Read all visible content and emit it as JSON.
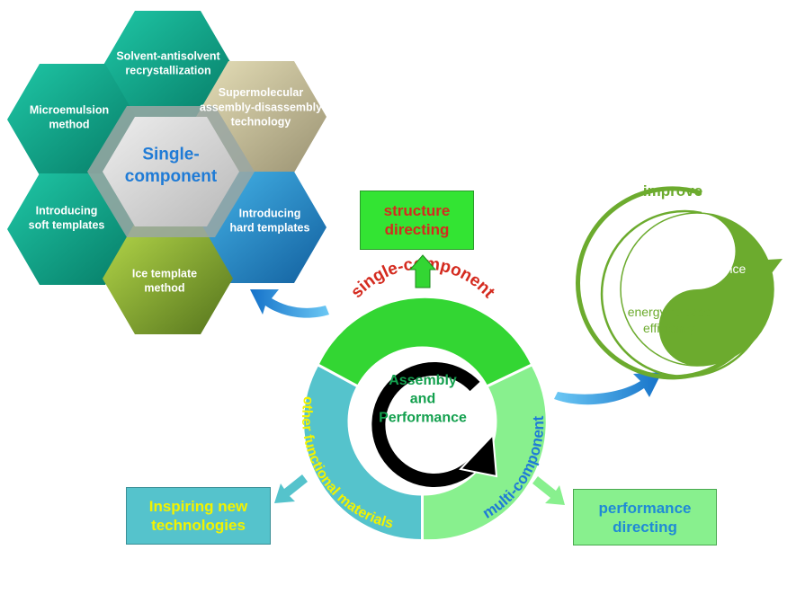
{
  "hexagons": {
    "center": "Single-\ncomponent",
    "top": "Solvent-antisolvent\nrecrystallization",
    "upper_left": "Microemulsion\nmethod",
    "upper_right": "Supermolecular\nassembly-disassembly\ntechnology",
    "lower_left": "Introducing\nsoft templates",
    "lower_right": "Introducing\nhard templates",
    "bottom": "Ice template\nmethod"
  },
  "boxes": {
    "structure": "structure\ndirecting",
    "inspiring": "Inspiring new\ntechnologies",
    "performance": "performance\ndirecting"
  },
  "ring": {
    "single": "single-component",
    "multi": "multi-component",
    "other": "other functional materials"
  },
  "center_text": "Assembly\nand\nPerformance",
  "yin_yang": {
    "improve": "improve",
    "security": "security\nperformance",
    "energy": "energy release\nefficiency"
  },
  "colors": {
    "green": "#33d633",
    "light_green": "#88f08e",
    "teal": "#55c3cc",
    "blue": "#1f7bd6",
    "red": "#d42b1f",
    "yellow": "#f3f300",
    "olive": "#6cab2e"
  }
}
